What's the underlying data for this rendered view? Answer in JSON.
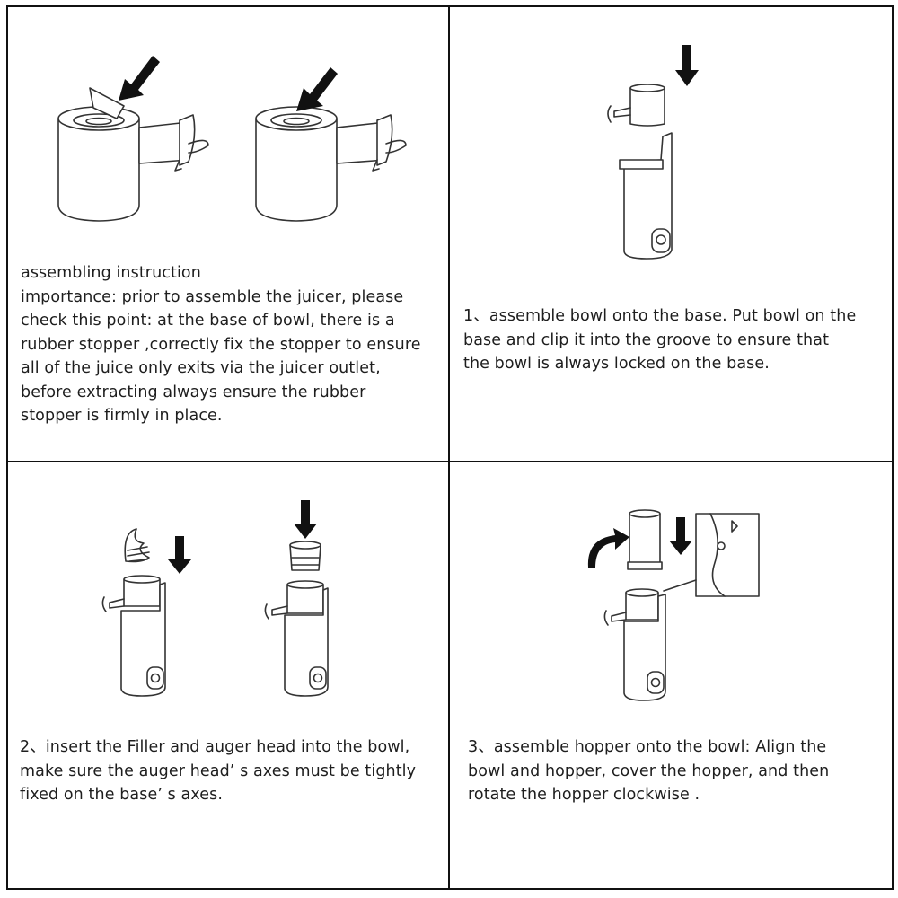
{
  "panels": [
    {
      "text": "assembling instruction\nimportance: prior to assemble the juicer, please\ncheck this point: at the base of bowl, there is a\nrubber stopper ,correctly fix the stopper to ensure\nall of the juice only exits via the juicer outlet,\nbefore extracting always ensure the rubber\nstopper is firmly in place."
    },
    {
      "text": "1、assemble bowl onto the base. Put bowl on the\nbase and clip it into the groove to ensure that\nthe bowl is always locked on the base."
    },
    {
      "text": "2、insert the Filler and auger head into the bowl,\nmake sure the auger head’  s axes must be tightly\nfixed on the base’   s axes."
    },
    {
      "text": "3、assemble hopper onto the bowl: Align the\nbowl and hopper, cover the hopper, and then\nrotate the hopper clockwise ."
    }
  ],
  "colors": {
    "border": "#111111",
    "line": "#333333",
    "arrow": "#111111",
    "background": "#ffffff"
  },
  "icons": [
    "bowl-with-stopper-illustration",
    "bowl-stopper-installed-illustration",
    "bowl-onto-base-illustration",
    "auger-insertion-illustration",
    "filter-insertion-illustration",
    "hopper-rotation-illustration",
    "down-arrow-icon",
    "rotate-arrow-icon"
  ]
}
